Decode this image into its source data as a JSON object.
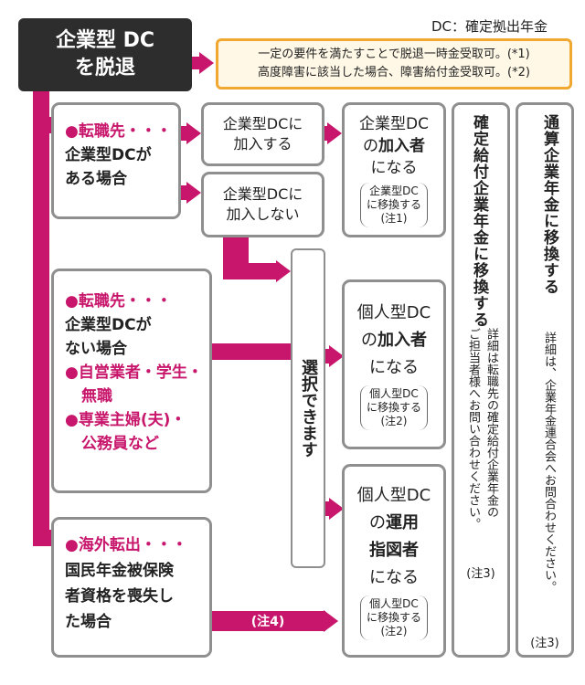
{
  "legend": "DC：確定拠出年金",
  "header": {
    "line1": "企業型 DC",
    "line2": "を脱退"
  },
  "lump_sum_note": {
    "line1": "一定の要件を満たすことで脱退一時金受取可。(*1)",
    "line2": "高度障害に該当した場合、障害給付金受取可。(*2)"
  },
  "case1": {
    "prefix": "●転職先・・・",
    "line1": "企業型DCが",
    "line2": "ある場合"
  },
  "case2": {
    "prefix": "●転職先・・・",
    "line1": "企業型DCが",
    "line2": "ない場合",
    "self_employed_1": "●自営業者・学生・",
    "self_employed_2": "無職",
    "housewife_1": "●専業主婦(夫)・",
    "housewife_2": "公務員など"
  },
  "case3": {
    "prefix": "●海外転出・・・",
    "line1": "国民年金被保険",
    "line2": "者資格を喪失し",
    "line3": "た場合"
  },
  "join_dc": {
    "line1": "企業型DCに",
    "line2": "加入する"
  },
  "not_join_dc": {
    "line1": "企業型DCに",
    "line2": "加入しない"
  },
  "result_corp": {
    "line1": "企業型DC",
    "line2a": "の",
    "line2b": "加入者",
    "line3": "になる",
    "note1": "企業型DC",
    "note2": "に移換する",
    "note3": "(注1)"
  },
  "choose": "選択できます",
  "result_ind_member": {
    "line1": "個人型DC",
    "line2a": "の",
    "line2b": "加入者",
    "line3": "になる",
    "note1": "個人型DC",
    "note2": "に移換する",
    "note3": "(注2)"
  },
  "result_ind_operator": {
    "line1": "個人型DC",
    "line2a": "の",
    "line2b": "運用",
    "line3": "指図者",
    "line4": "になる",
    "note1": "個人型DC",
    "note2": "に移換する",
    "note3": "(注2)"
  },
  "note4": "(注4)",
  "db_column": {
    "title": "確定給付企業年金に移換する",
    "detail1": "詳細は転職先の確定給付企業年金の",
    "detail2": "ご担当者様へお問い合わせください。",
    "note": "(注3)"
  },
  "pension_column": {
    "title": "通算企業年金に移換する",
    "detail": "詳細は、企業年金連合会へお問合わせください。",
    "note": "(注3)"
  },
  "colors": {
    "accent": "#c7166b",
    "header_bg": "#2d2d2d",
    "note_border": "#f0a830",
    "note_bg": "#fff8e6",
    "box_border": "#8f8f8f"
  }
}
